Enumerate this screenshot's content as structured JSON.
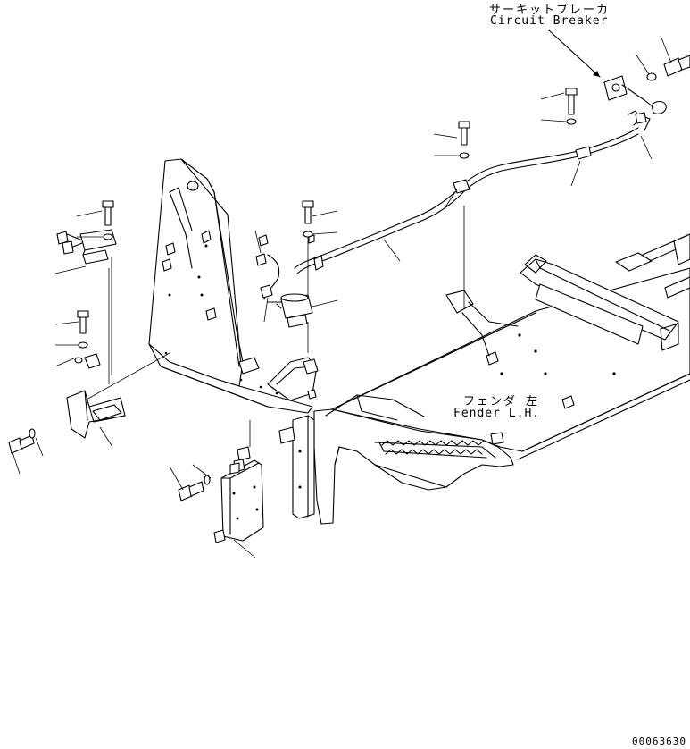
{
  "labels": {
    "circuit_breaker_ja": "サーキットブレーカ",
    "circuit_breaker_en": "Circuit Breaker",
    "fender_ja": "フェンダ 左",
    "fender_en": "Fender L.H."
  },
  "drawing_code": "00063630"
}
